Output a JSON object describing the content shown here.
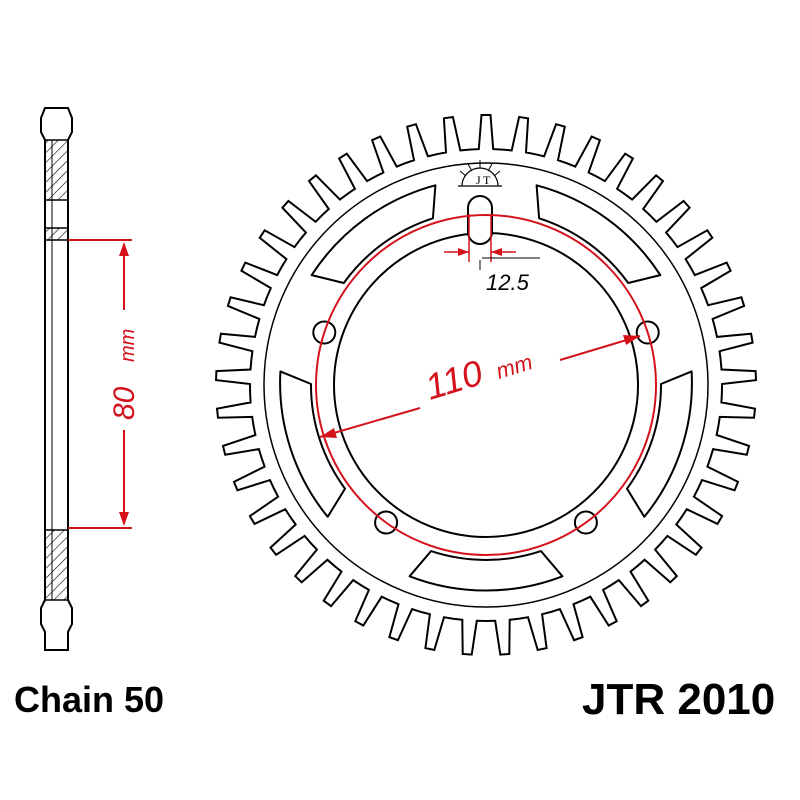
{
  "labels": {
    "chain": "Chain 50",
    "part_number": "JTR 2010",
    "dim_inner": "80",
    "dim_inner_unit": "mm",
    "dim_pcd": "110",
    "dim_pcd_unit": "mm",
    "dim_hole": "12.5"
  },
  "sprocket": {
    "teeth": 45,
    "bolt_holes": 5,
    "cutouts": 5
  },
  "colors": {
    "outline": "#000000",
    "dimension": "#d4121c",
    "hatch": "#000000"
  },
  "icons": {
    "logo": "sun-logo-icon"
  }
}
